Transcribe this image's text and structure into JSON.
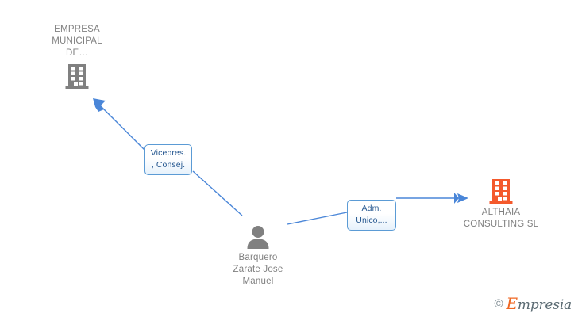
{
  "diagram": {
    "title": "Corporate relationship diagram",
    "background_color": "#ffffff",
    "accent_color": "#4a86d8",
    "company_icon_color": "#808080",
    "highlight_icon_color": "#f4592c",
    "nodes": [
      {
        "id": "empresa",
        "type": "company",
        "label": "EMPRESA\nMUNICIPAL\nDE…",
        "icon": "building-icon",
        "icon_color": "#808080",
        "text_color": "#808080"
      },
      {
        "id": "person",
        "type": "person",
        "label": "Barquero\nZarate Jose\nManuel",
        "icon": "person-icon",
        "icon_color": "#808080",
        "text_color": "#808080"
      },
      {
        "id": "althaia",
        "type": "company",
        "label": "ALTHAIA\nCONSULTING SL",
        "icon": "building-icon",
        "icon_color": "#f4592c",
        "text_color": "#808080"
      }
    ],
    "edges": [
      {
        "id": "edge-vicepres",
        "from": "person",
        "to": "empresa",
        "label": "Vicepres.\n, Consej.",
        "arrow": "arrow-up-left",
        "color": "#4a86d8"
      },
      {
        "id": "edge-adm",
        "from": "person",
        "to": "althaia",
        "label": "Adm.\nUnico,...",
        "arrow": "arrow-right",
        "color": "#4a86d8"
      }
    ]
  },
  "watermark": {
    "copyright": "©",
    "brand_first_letter": "E",
    "brand_rest": "mpresia"
  }
}
